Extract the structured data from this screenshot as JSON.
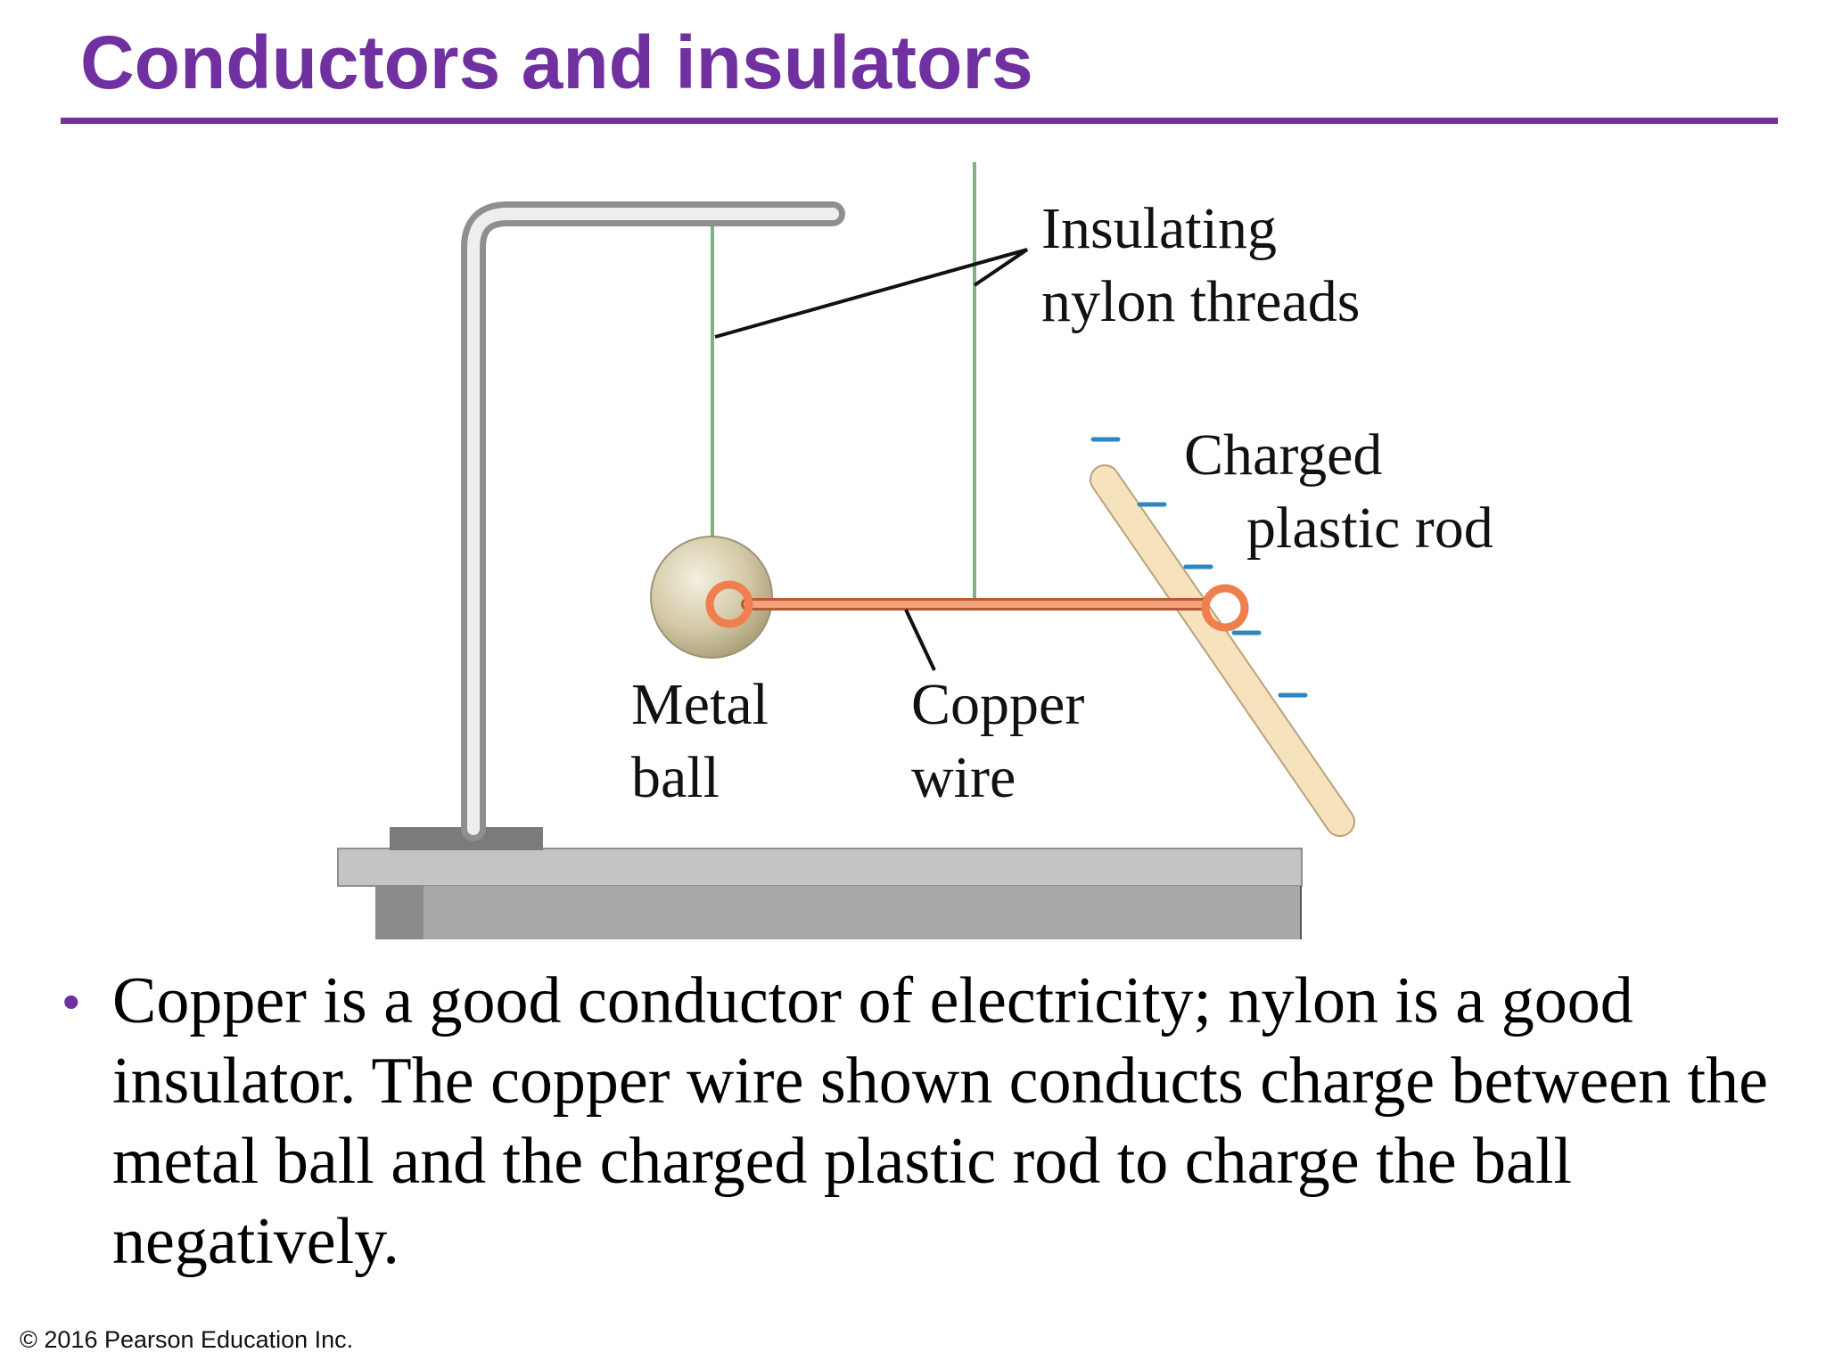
{
  "slide": {
    "title": "Conductors and insulators",
    "accent_color": "#7030A0"
  },
  "figure": {
    "labels": {
      "insulating_line1": "Insulating",
      "insulating_line2": "nylon threads",
      "charged_line1": "Charged",
      "charged_line2": "plastic rod",
      "metal_line1": "Metal",
      "metal_line2": "ball",
      "copper_line1": "Copper",
      "copper_line2": "wire"
    },
    "rod_charge_symbol": "–",
    "colors": {
      "stand": "#c8c8c8",
      "thread": "#7fb07f",
      "copper": "#f08a5d",
      "ball": "#cdc3a1",
      "rod": "#f6e2bd",
      "charge": "#2e86c1",
      "table": "#a6a6a6"
    }
  },
  "body": {
    "bullet": "•",
    "text": "Copper is a good conductor of electricity; nylon is a good insulator. The copper wire shown conducts charge between the metal ball and the charged plastic rod to charge the ball negatively."
  },
  "footer": {
    "copyright": "© 2016 Pearson Education Inc."
  }
}
